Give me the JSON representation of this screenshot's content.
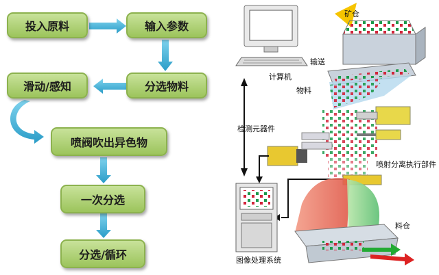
{
  "flowchart": {
    "steps": [
      "投入原料",
      "输入参数",
      "分选物料",
      "滑动/感知",
      "喷阀吹出异色物",
      "一次分选",
      "分选/循环"
    ]
  },
  "machine": {
    "labels": {
      "hopper": "矿仓",
      "conveying": "输送",
      "computer": "计算机",
      "material": "物料",
      "detector": "检测元器件",
      "ejector": "喷射分离执行部件",
      "bin": "料仓",
      "image_system": "图像处理系统"
    }
  }
}
